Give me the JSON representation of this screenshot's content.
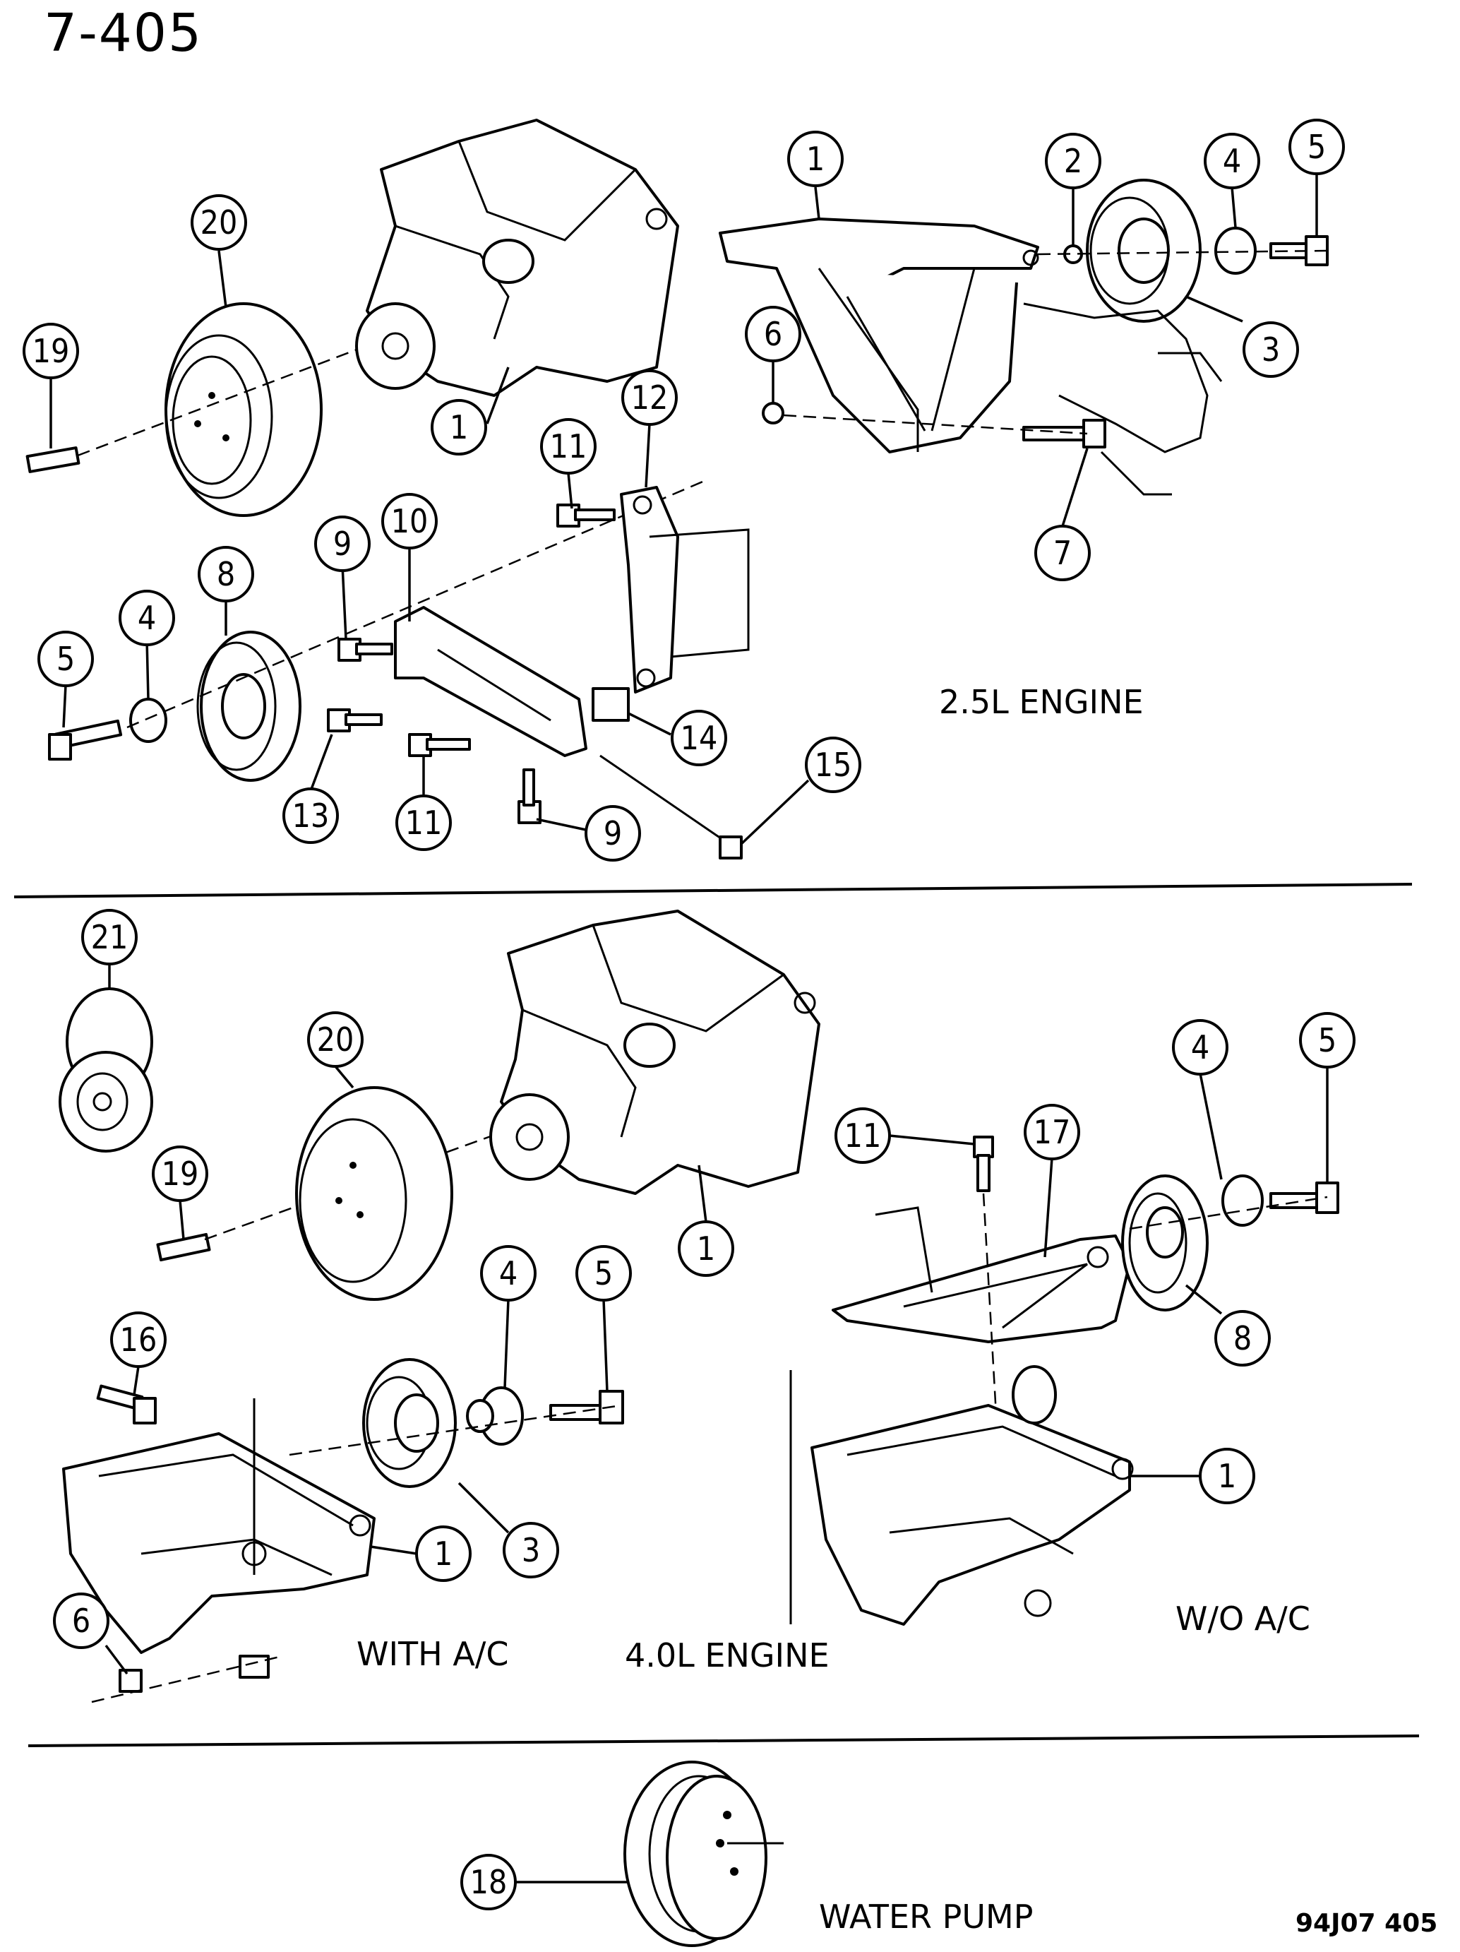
{
  "page_number": "7-405",
  "labels": {
    "engine_25": "2.5L ENGINE",
    "engine_40": "4.0L ENGINE",
    "with_ac": "WITH A/C",
    "without_ac": "W/O A/C",
    "water_pump": "WATER PUMP",
    "drawing_code": "94J07 405"
  },
  "callouts": {
    "top_left": [
      "20",
      "19",
      "1",
      "11",
      "12",
      "10",
      "9",
      "8",
      "4",
      "5",
      "13",
      "11",
      "9",
      "14",
      "15"
    ],
    "top_right": [
      "1",
      "2",
      "4",
      "5",
      "6",
      "3",
      "7"
    ],
    "mid_left": [
      "21",
      "20",
      "19",
      "1",
      "16",
      "4",
      "5",
      "3",
      "1",
      "6"
    ],
    "mid_right": [
      "4",
      "5",
      "11",
      "17",
      "8",
      "1"
    ],
    "bottom": [
      "18"
    ]
  }
}
